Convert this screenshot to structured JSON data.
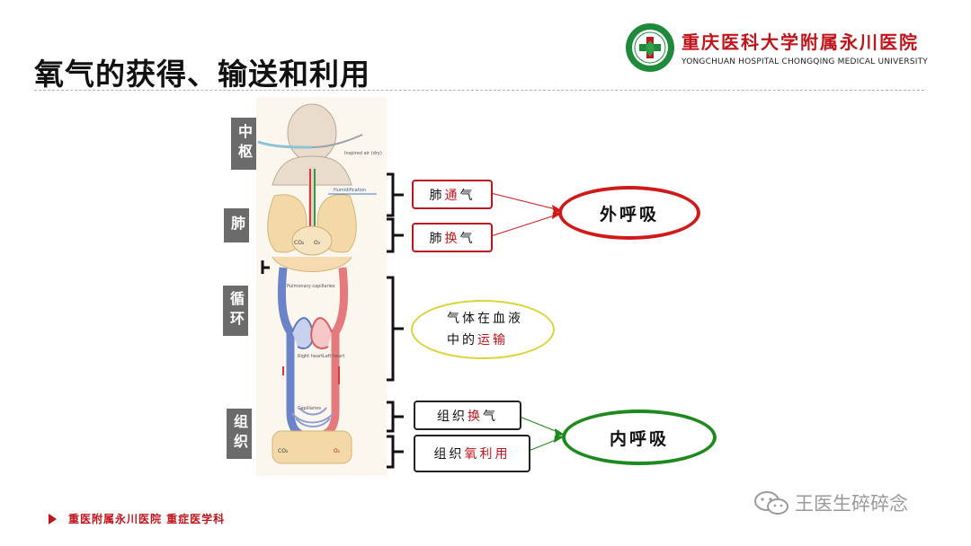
{
  "header": {
    "title": "氧气的获得、输送和利用",
    "hospital_name_cn": "重庆医科大学附属永川医院",
    "hospital_name_en": "YONGCHUAN HOSPITAL CHONGQING MEDICAL UNIVERSITY",
    "brand_color": "#c0141b"
  },
  "side_labels": {
    "center": "中枢",
    "lung": "肺",
    "circulation": "循环",
    "tissue": "组织"
  },
  "figure": {
    "inspired_air": "Inspired air (dry)",
    "humidification": "Humidification",
    "pulmonary_capillaries": "Pulmonary capillaries",
    "right_heart": "Right heart",
    "left_heart": "Left heart",
    "capillaries": "Capillaries",
    "co2": "CO₂",
    "o2": "O₂"
  },
  "stages": {
    "lung_ventilation": {
      "prefix": "肺",
      "highlight": "通",
      "suffix": "气"
    },
    "lung_exchange": {
      "prefix": "肺",
      "highlight": "换",
      "suffix": "气"
    },
    "blood_transport": {
      "line1": "气体在血液",
      "line2_prefix": "中的",
      "line2_highlight": "运输"
    },
    "tissue_exchange": {
      "prefix": "组织",
      "highlight": "换",
      "suffix": "气"
    },
    "tissue_oxygen_use": {
      "prefix": "组织",
      "highlight": "氧利用",
      "suffix": ""
    }
  },
  "outcomes": {
    "external": "外呼吸",
    "internal": "内呼吸"
  },
  "footer": {
    "text": "重医附属永川医院 重症医学科",
    "watermark": "王医生碎碎念"
  }
}
